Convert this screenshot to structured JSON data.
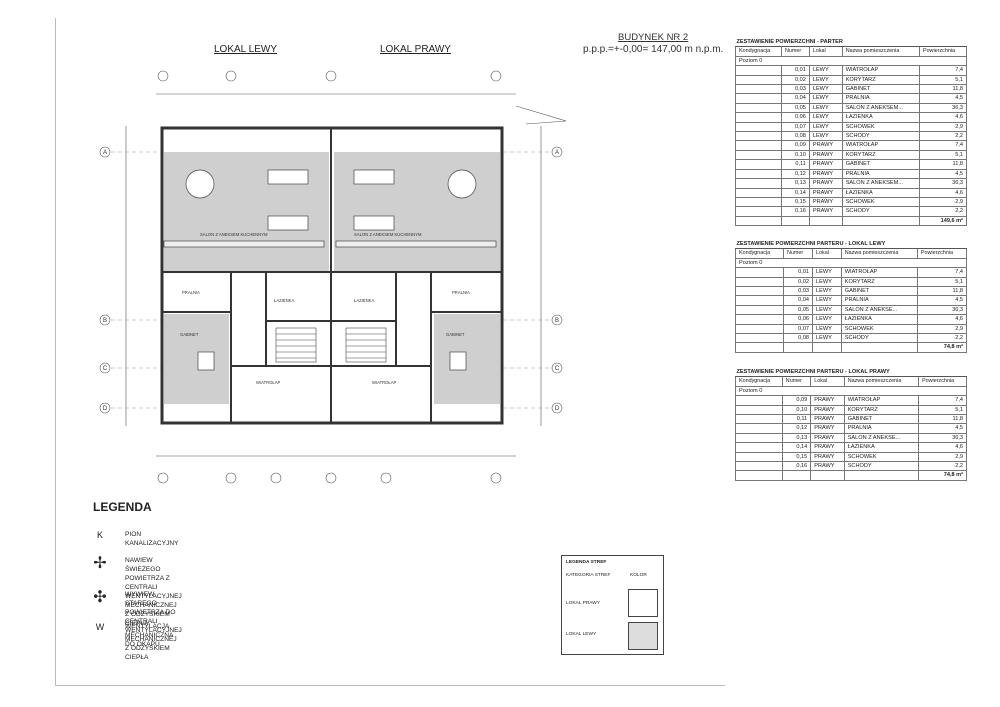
{
  "header": {
    "lokal_lewy": "LOKAL LEWY",
    "lokal_prawy": "LOKAL PRAWY",
    "budynek": "BUDYNEK NR 2",
    "poziom": "p.p.p.=+-0,00= 147,00 m n.p.m."
  },
  "plan": {
    "axis_labels": [
      "A",
      "B",
      "C",
      "D"
    ],
    "room_labels": [
      "SALON Z ANEKSEM KUCHENNYM",
      "SALON Z ANEKSEM KUCHENNYM",
      "PRALNIA",
      "PRALNIA",
      "ŁAZIENKA",
      "ŁAZIENKA",
      "GABINET",
      "GABINET",
      "WIATROŁAP",
      "WIATROŁAP"
    ]
  },
  "table_all": {
    "title": "ZESTAWIENIE POWIERZCHNI - PARTER",
    "headers": [
      "Kondygnacja",
      "Numer",
      "Lokal",
      "Nazwa pomieszczenia",
      "Powierzchnia"
    ],
    "level": "Poziom 0",
    "rows": [
      [
        "0,01",
        "LEWY",
        "WIATROŁAP",
        "7,4"
      ],
      [
        "0,02",
        "LEWY",
        "KORYTARZ",
        "5,1"
      ],
      [
        "0,03",
        "LEWY",
        "GABINET",
        "11,8"
      ],
      [
        "0,04",
        "LEWY",
        "PRALNIA",
        "4,5"
      ],
      [
        "0,05",
        "LEWY",
        "SALON Z ANEKSEM...",
        "36,3"
      ],
      [
        "0,06",
        "LEWY",
        "ŁAZIENKA",
        "4,6"
      ],
      [
        "0,07",
        "LEWY",
        "SCHOWEK",
        "2,9"
      ],
      [
        "0,08",
        "LEWY",
        "SCHODY",
        "2,2"
      ],
      [
        "0,09",
        "PRAWY",
        "WIATROŁAP",
        "7,4"
      ],
      [
        "0,10",
        "PRAWY",
        "KORYTARZ",
        "5,1"
      ],
      [
        "0,11",
        "PRAWY",
        "GABINET",
        "11,8"
      ],
      [
        "0,12",
        "PRAWY",
        "PRALNIA",
        "4,5"
      ],
      [
        "0,13",
        "PRAWY",
        "SALON Z ANEKSEM...",
        "36,3"
      ],
      [
        "0,14",
        "PRAWY",
        "ŁAZIENKA",
        "4,6"
      ],
      [
        "0,15",
        "PRAWY",
        "SCHOWEK",
        "2,9"
      ],
      [
        "0,16",
        "PRAWY",
        "SCHODY",
        "2,2"
      ]
    ],
    "total": "149,6 m²"
  },
  "table_left": {
    "title": "ZESTAWIENIE POWIERZCHNI PARTERU - LOKAL LEWY",
    "headers": [
      "Kondygnacja",
      "Numer",
      "Lokal",
      "Nazwa pomieszczenia",
      "Powierzchnia"
    ],
    "level": "Poziom 0",
    "rows": [
      [
        "0,01",
        "LEWY",
        "WIATROŁAP",
        "7,4"
      ],
      [
        "0,02",
        "LEWY",
        "KORYTARZ",
        "5,1"
      ],
      [
        "0,03",
        "LEWY",
        "GABINET",
        "11,8"
      ],
      [
        "0,04",
        "LEWY",
        "PRALNIA",
        "4,5"
      ],
      [
        "0,05",
        "LEWY",
        "SALON Z ANEKSE...",
        "36,3"
      ],
      [
        "0,06",
        "LEWY",
        "ŁAZIENKA",
        "4,6"
      ],
      [
        "0,07",
        "LEWY",
        "SCHOWEK",
        "2,9"
      ],
      [
        "0,08",
        "LEWY",
        "SCHODY",
        "2,2"
      ]
    ],
    "total": "74,8 m²"
  },
  "table_right": {
    "title": "ZESTAWIENIE POWIERZCHNI PARTERU - LOKAL PRAWY",
    "headers": [
      "Kondygnacja",
      "Numer",
      "Lokal",
      "Nazwa pomieszczenia",
      "Powierzchnia"
    ],
    "level": "Poziom 0",
    "rows": [
      [
        "0,09",
        "PRAWY",
        "WIATROŁAP",
        "7,4"
      ],
      [
        "0,10",
        "PRAWY",
        "KORYTARZ",
        "5,1"
      ],
      [
        "0,11",
        "PRAWY",
        "GABINET",
        "11,8"
      ],
      [
        "0,12",
        "PRAWY",
        "PRALNIA",
        "4,5"
      ],
      [
        "0,13",
        "PRAWY",
        "SALON Z ANEKSE...",
        "36,3"
      ],
      [
        "0,14",
        "PRAWY",
        "ŁAZIENKA",
        "4,6"
      ],
      [
        "0,15",
        "PRAWY",
        "SCHOWEK",
        "2,9"
      ],
      [
        "0,16",
        "PRAWY",
        "SCHODY",
        "2,2"
      ]
    ],
    "total": "74,8 m²"
  },
  "legend": {
    "title": "LEGENDA",
    "items": [
      {
        "symbol": "K",
        "line1": "PION KANALIZACYJNY",
        "line2": ""
      },
      {
        "symbol": "✢",
        "line1": "NAWIEW ŚWIEŻEGO POWIETRZA Z CENTRALI",
        "line2": "WENTYLACYJNEJ MECHANICZNEJ Z ODZYSKIEM CIEPŁA"
      },
      {
        "symbol": "✣",
        "line1": "WYWIEW STAREGO POWIETRZA DO CENTRALI",
        "line2": "WENTYLACYJNEJ MECHANICZNEJ Z ODZYSKIEM CIEPŁA"
      },
      {
        "symbol": "W",
        "line1": "WENTYLACJA MECHANICZNA DO OKAPU",
        "line2": ""
      }
    ]
  },
  "zones": {
    "title": "LEGENDA STREF",
    "col_category": "KATEGORIA STREF",
    "col_color": "KOLOR",
    "zone1": "LOKAL PRAWY",
    "zone2": "LOKAL LEWY"
  }
}
